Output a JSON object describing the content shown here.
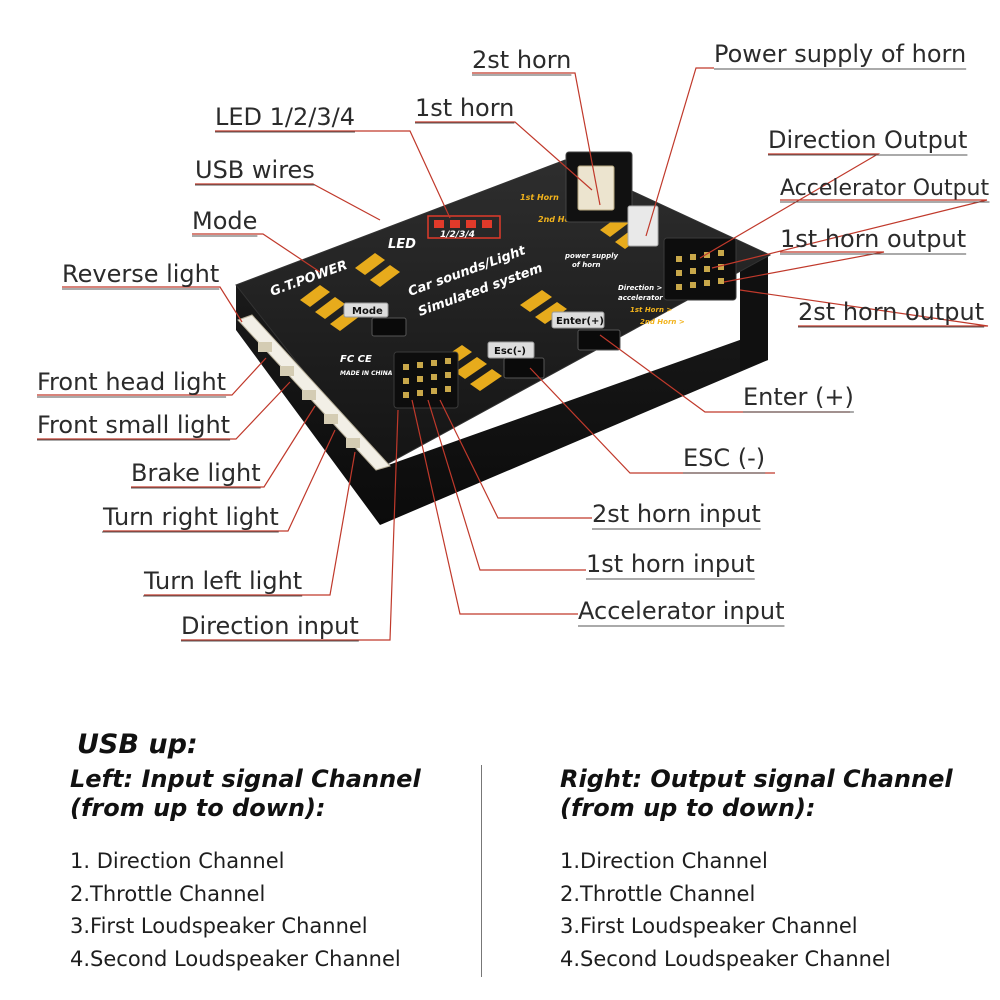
{
  "callouts": {
    "horn2": "2st horn",
    "horn_power": "Power supply of horn",
    "led": "LED 1/2/3/4",
    "horn1": "1st horn",
    "direction_output": "Direction Output",
    "usb_wires": "USB wires",
    "accelerator_output": "Accelerator Output",
    "mode": "Mode",
    "horn1_output": "1st horn output",
    "reverse_light": "Reverse light",
    "horn2_output": "2st horn output",
    "front_head_light": "Front head light",
    "enter": "Enter (+)",
    "front_small_light": "Front small light",
    "esc": "ESC (-)",
    "brake_light": "Brake light",
    "turn_right_light": "Turn right light",
    "horn2_input": "2st horn input",
    "horn1_input": "1st horn input",
    "turn_left_light": "Turn left light",
    "accelerator_input": "Accelerator input",
    "direction_input": "Direction input"
  },
  "device": {
    "brand": "G.T.POWER",
    "product_line1": "Car sounds/Light",
    "product_line2": "Simulated system",
    "led_label": "LED",
    "led_numbers": "1/2/3/4",
    "mode_button": "Mode",
    "esc_button": "Esc(-)",
    "enter_button": "Enter(+)",
    "made_in": "MADE IN CHINA",
    "certs": "FC CE",
    "silk_horn1": "1st Horn",
    "silk_horn2": "2nd Horn",
    "silk_power1": "power supply",
    "silk_power2": "of horn",
    "silk_direction": "Direction >",
    "silk_accelerator": "accelerator >",
    "silk_r_horn1": "1st Horn >",
    "silk_r_horn2": "2nd Horn >"
  },
  "notes": {
    "usb_up": "USB up:",
    "left": {
      "heading_line1": "Left: Input signal Channel",
      "heading_line2": "(from up to down):",
      "items": [
        "1. Direction Channel",
        "2.Throttle Channel",
        "3.First Loudspeaker Channel",
        "4.Second Loudspeaker Channel"
      ]
    },
    "right": {
      "heading_line1": "Right: Output signal Channel",
      "heading_line2": "(from up to down):",
      "items": [
        "1.Direction Channel",
        "2.Throttle Channel",
        "3.First Loudspeaker Channel",
        "4.Second Loudspeaker Channel"
      ]
    }
  },
  "colors": {
    "leader": "#c0392b",
    "accent": "#f2b31c",
    "case": "#1c1c1c"
  }
}
